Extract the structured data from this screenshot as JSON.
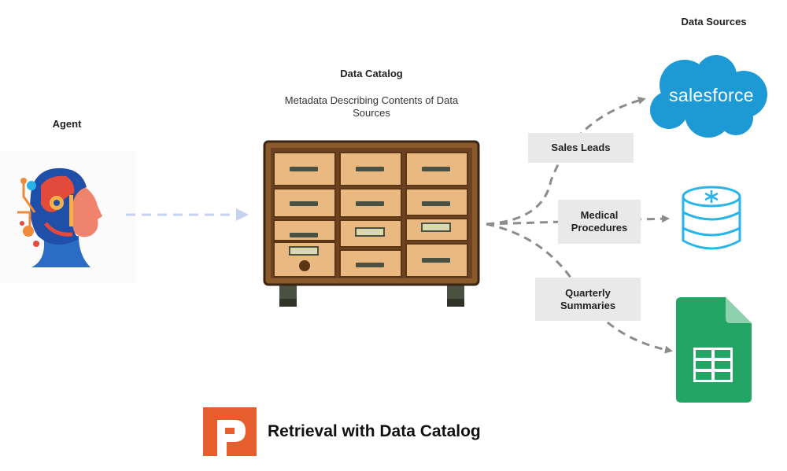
{
  "headings": {
    "data_sources": "Data Sources",
    "data_catalog": "Data Catalog",
    "catalog_subtitle": "Metadata Describing Contents of Data Sources",
    "agent": "Agent"
  },
  "edge_labels": {
    "sales_leads": "Sales Leads",
    "medical_procedures": "Medical Procedures",
    "quarterly_summaries": "Quarterly Summaries"
  },
  "sources": {
    "salesforce": "salesforce"
  },
  "footer": {
    "title": "Retrieval with Data Catalog"
  },
  "icons": [
    "agent-head-icon",
    "file-cabinet-icon",
    "salesforce-cloud-icon",
    "snowflake-database-icon",
    "google-sheets-icon",
    "brand-logo-icon"
  ],
  "colors": {
    "arrow_gray": "#8c8c8c",
    "agent_arrow": "#c5d3ef",
    "salesforce_blue": "#1d9ad6",
    "snowflake_cyan": "#29b5e8",
    "sheets_green": "#23a566",
    "logo_orange": "#e85d2e",
    "cabinet_wood": "#8b5a2b",
    "drawer_face": "#e9b981"
  }
}
